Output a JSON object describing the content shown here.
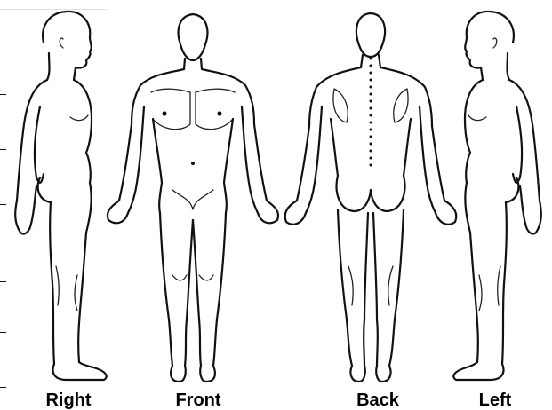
{
  "views": [
    {
      "id": "right",
      "label": "Right"
    },
    {
      "id": "front",
      "label": "Front"
    },
    {
      "id": "back",
      "label": "Back"
    },
    {
      "id": "left",
      "label": "Left"
    }
  ]
}
